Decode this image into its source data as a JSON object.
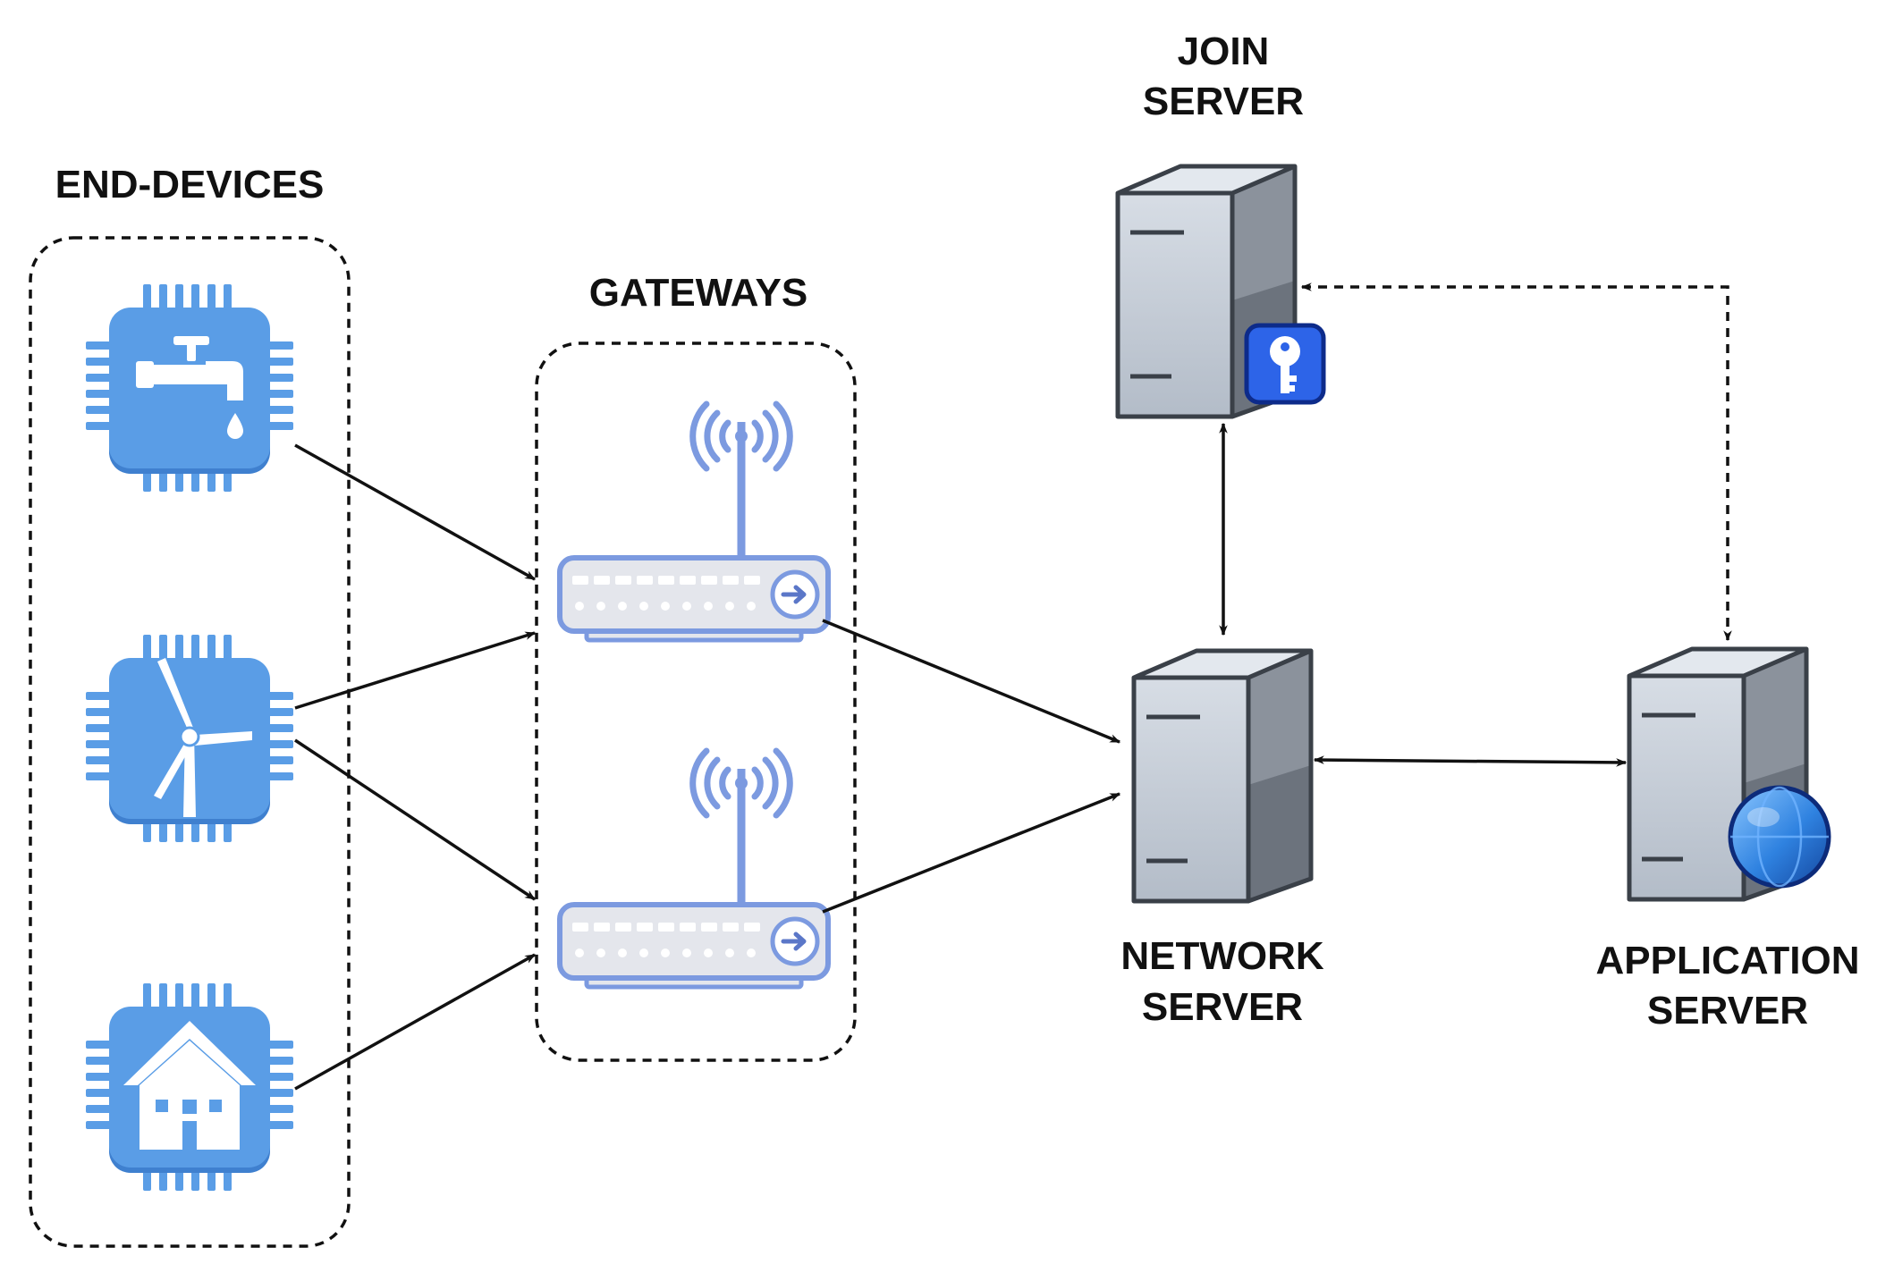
{
  "labels": {
    "end_devices": "END-DEVICES",
    "gateways": "GATEWAYS",
    "join_server": [
      "JOIN",
      "SERVER"
    ],
    "network_server": [
      "NETWORK",
      "SERVER"
    ],
    "application_server": [
      "APPLICATION",
      "SERVER"
    ]
  },
  "end_devices": [
    {
      "icon": "water-tap-icon"
    },
    {
      "icon": "wind-turbine-icon"
    },
    {
      "icon": "house-icon"
    }
  ],
  "gateways": [
    {
      "icon": "gateway-router-icon"
    },
    {
      "icon": "gateway-router-icon"
    }
  ],
  "servers": {
    "join": {
      "badge_icon": "key-icon"
    },
    "network": {},
    "application": {
      "badge_icon": "globe-icon"
    }
  },
  "colors": {
    "device_blue": "#5a9de6",
    "device_blue_dark": "#3f80cf",
    "router_body": "#e4e6ec",
    "router_outline": "#7c9ae0",
    "server_front": "#c9d1db",
    "server_side": "#7f8791",
    "server_top": "#e1e6ec",
    "key_badge": "#2d64e8",
    "globe": "#2f82e0",
    "line": "#111111"
  }
}
